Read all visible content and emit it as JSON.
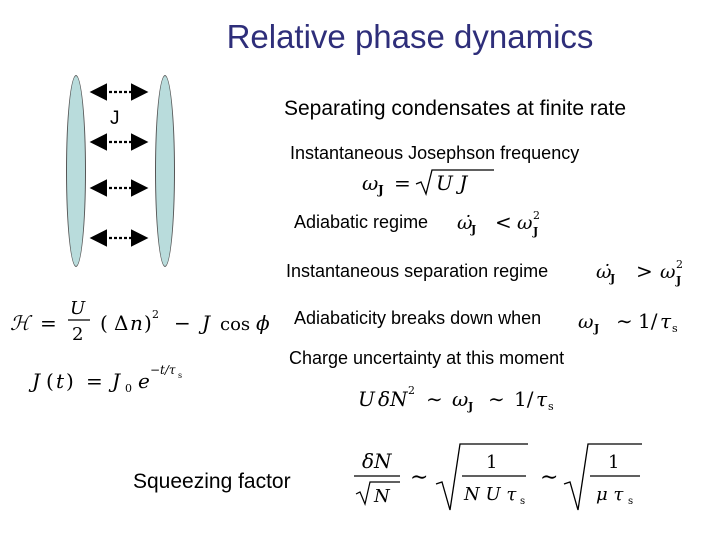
{
  "title": "Relative phase dynamics",
  "diagram": {
    "coupling_label": "J",
    "colors": {
      "condensate_fill": "#b9dcdc",
      "outline": "#555555"
    }
  },
  "labels": {
    "separating": "Separating condensates at finite rate",
    "josephson_freq": "Instantaneous Josephson frequency",
    "adiabatic": "Adiabatic regime",
    "separation_regime": "Instantaneous separation regime",
    "breaks_down": "Adiabaticity breaks down when",
    "charge_uncertainty": "Charge uncertainty at this moment",
    "squeezing": "Squeezing factor"
  },
  "colors": {
    "title": "#2e2e7a"
  }
}
